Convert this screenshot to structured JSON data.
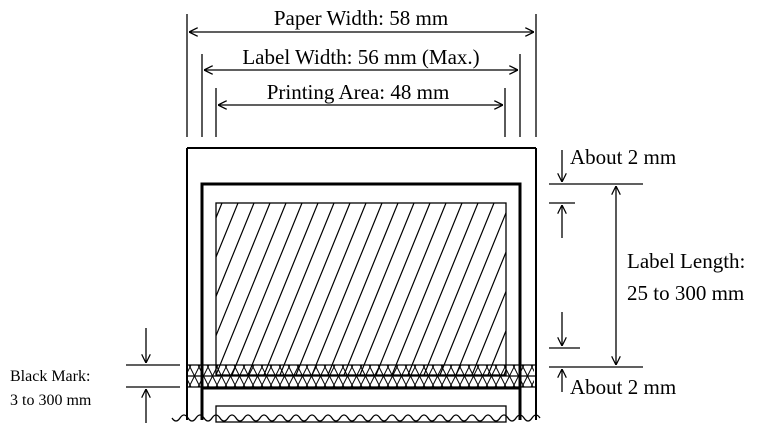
{
  "labels": {
    "paper_width": "Paper Width: 58 mm",
    "label_width": "Label Width: 56 mm (Max.)",
    "printing_area": "Printing Area: 48 mm",
    "about_top": "About 2 mm",
    "about_bottom": "About 2 mm",
    "label_length_line1": "Label Length:",
    "label_length_line2": "25 to 300 mm",
    "black_mark_line1": "Black Mark:",
    "black_mark_line2": "3 to 300 mm"
  }
}
